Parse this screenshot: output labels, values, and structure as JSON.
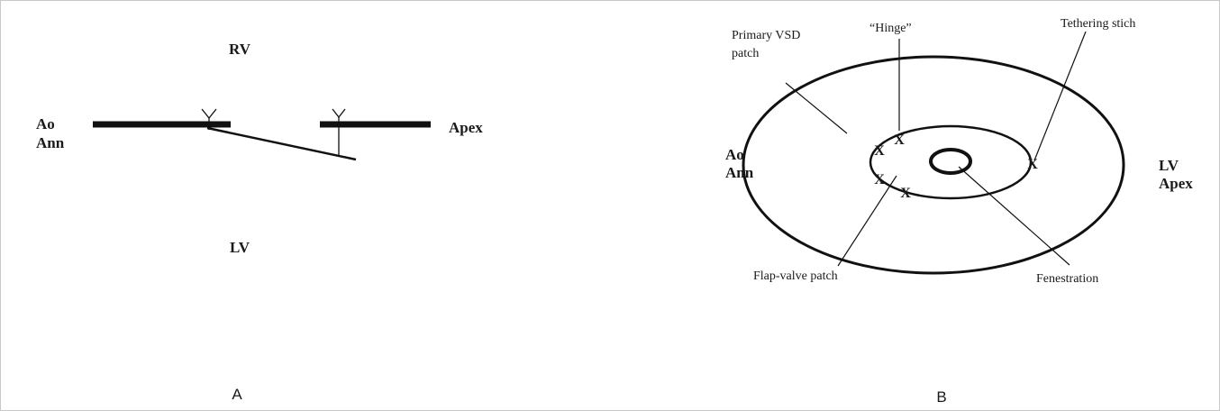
{
  "panel_a": {
    "caption": "A",
    "rv": "RV",
    "lv": "LV",
    "ao_ann_line1": "Ao",
    "ao_ann_line2": "Ann",
    "apex": "Apex"
  },
  "panel_b": {
    "caption": "B",
    "primary_vsd_line1": "Primary VSD",
    "primary_vsd_line2": "patch",
    "hinge": "“Hinge”",
    "tethering": "Tethering stich",
    "ao_ann_line1": "Ao",
    "ao_ann_line2": "Ann",
    "lv_apex_line1": "LV",
    "lv_apex_line2": "Apex",
    "flap_valve": "Flap-valve patch",
    "fenestration": "Fenestration",
    "x_mark": "X"
  }
}
